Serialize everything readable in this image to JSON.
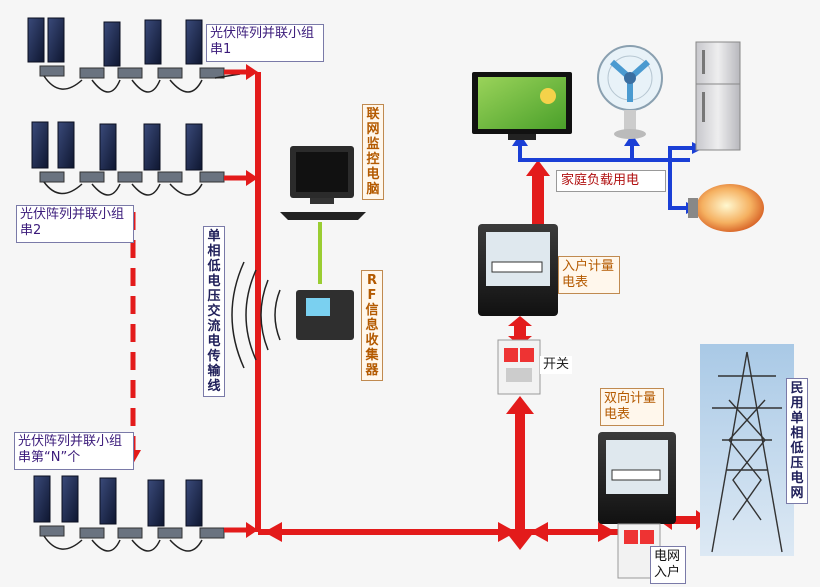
{
  "labels": {
    "string1": "光伏阵列并联小组串1",
    "string2": "光伏阵列并联小组串2",
    "stringN": "光伏阵列并联小组串第“N”个",
    "transmission": "单相低电压交流电传输线",
    "monitor_pc": "联网监控电脑",
    "rf_collector": "RF信息收集器",
    "household_load": "家庭负载用电",
    "household_meter": "入户计量电表",
    "switch": "开关",
    "bidirectional_meter": "双向计量电表",
    "grid_entry": "电网入户",
    "grid": "民用单相低压电网"
  },
  "colors": {
    "ac_line": "#e31b1b",
    "load_line": "#1a3fd6",
    "rf_link": "#9acd32",
    "label_text_purple": "#3a1a7a",
    "label_text_orange": "#b45a00",
    "label_text_navy": "#20205a"
  },
  "icons": {
    "solar_panel": "solar-panel-icon",
    "inverter": "micro-inverter-icon",
    "computer": "computer-icon",
    "rf_device": "rf-collector-icon",
    "meter": "electric-meter-icon",
    "breaker": "circuit-breaker-icon",
    "tv": "tv-icon",
    "fan": "fan-icon",
    "fridge": "refrigerator-icon",
    "bulb": "light-bulb-icon",
    "tower": "transmission-tower-icon"
  }
}
